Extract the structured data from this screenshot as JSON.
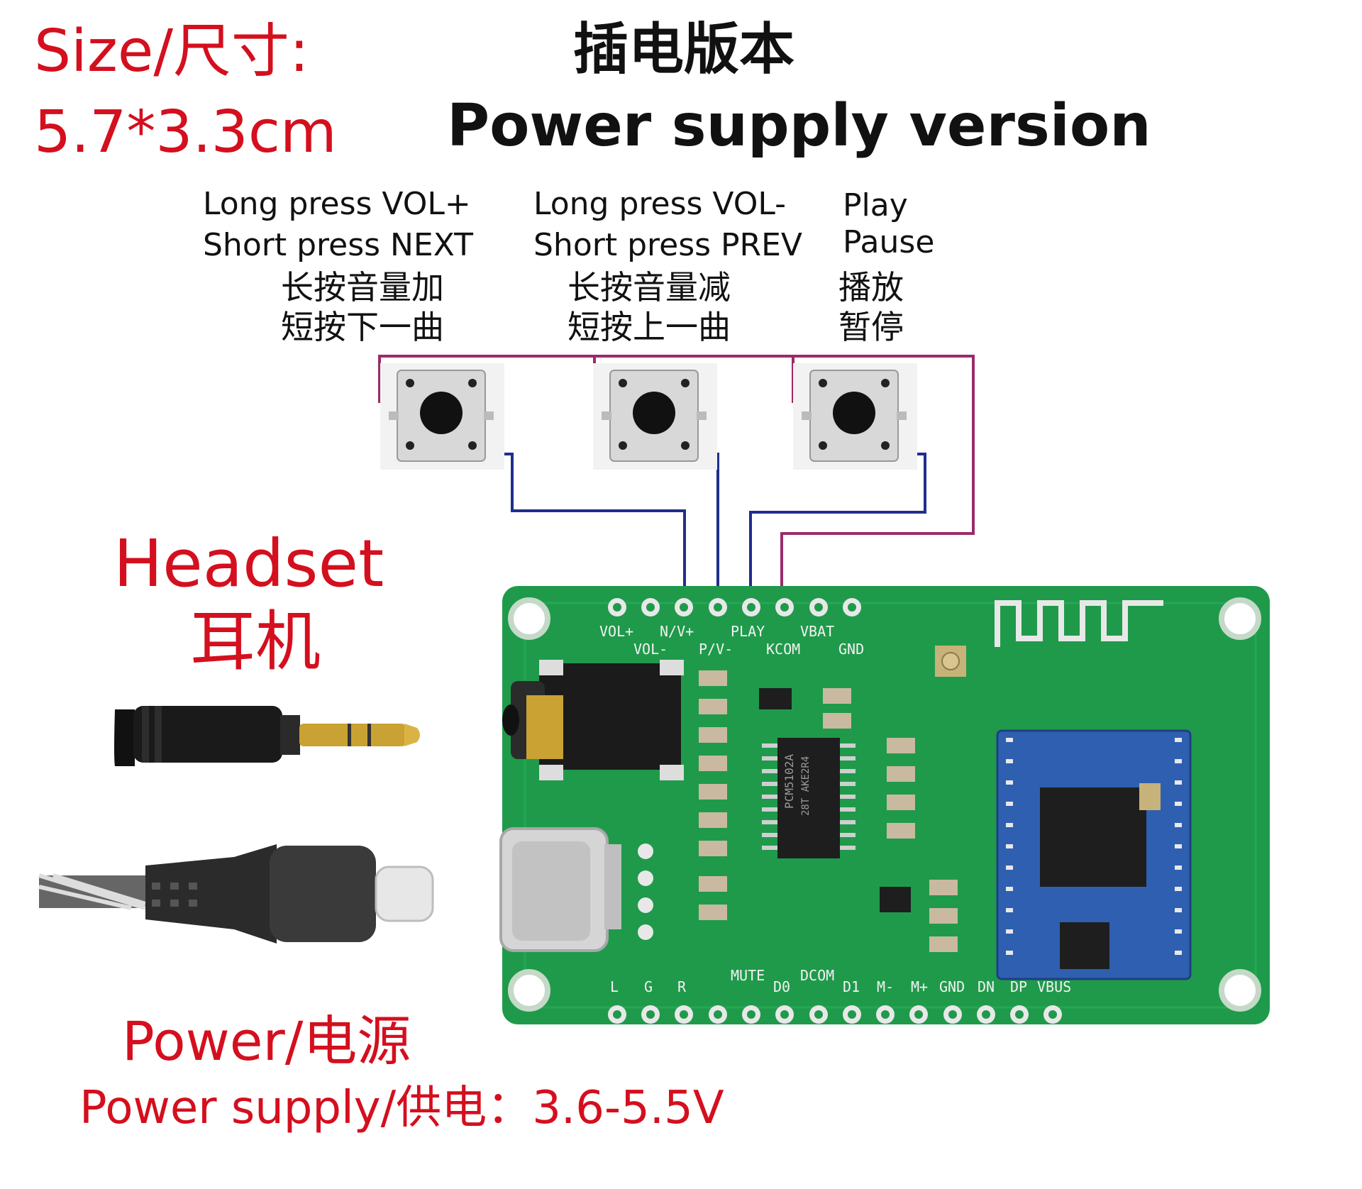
{
  "size": {
    "label": "Size/尺寸:",
    "value": "5.7*3.3cm"
  },
  "title": {
    "cn": "插电版本",
    "en": "Power supply version"
  },
  "buttons": [
    {
      "line1": "Long press VOL+",
      "line2": "Short press NEXT",
      "cn1": "长按音量加",
      "cn2": "短按下一曲"
    },
    {
      "line1": "Long press VOL-",
      "line2": "Short press PREV",
      "cn1": "长按音量减",
      "cn2": "短按上一曲"
    },
    {
      "line1": "Play",
      "line2": "Pause",
      "cn1": "播放",
      "cn2": "暂停"
    }
  ],
  "headset": {
    "en": "Headset",
    "cn": "耳机"
  },
  "power": {
    "label": "Power/电源",
    "supply": "Power supply/供电：3.6-5.5V"
  },
  "board": {
    "top_pins_row1": [
      "VOL+",
      "N/V+",
      "PLAY",
      "VBAT"
    ],
    "top_pins_row2": [
      "VOL-",
      "P/V-",
      "KCOM",
      "GND"
    ],
    "bottom_pins": [
      "L",
      "G",
      "R",
      "MUTE",
      "D0",
      "DCOM",
      "D1",
      "M-",
      "M+",
      "GND",
      "DN",
      "DP",
      "VBUS"
    ],
    "chip_label": "PCM5102A",
    "chip_code": "28T AKE2R4"
  },
  "colors": {
    "accent": "#d40f1e",
    "pcb": "#1f9a4a",
    "wire_red": "#9c2a6a",
    "wire_blue": "#1f2e8c",
    "module": "#2f5fb0"
  }
}
